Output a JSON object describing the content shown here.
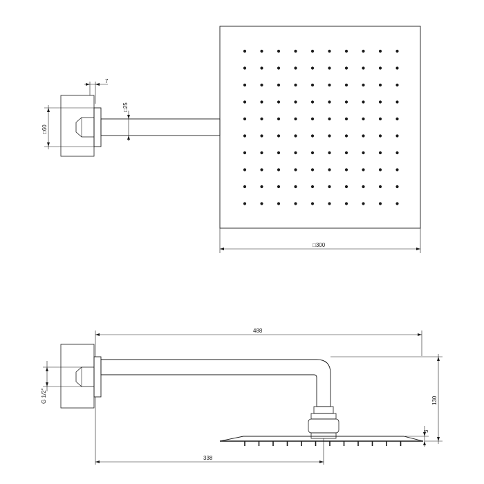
{
  "top_view": {
    "nozzle_rows": 10,
    "nozzle_cols": 10,
    "labels": {
      "arm_offset": "7",
      "arm_diameter": "□25",
      "flange": "□60",
      "head_width": "□300"
    }
  },
  "side_view": {
    "nozzle_count": 12,
    "labels": {
      "total_length": "488",
      "thread": "G 1/2\"",
      "drop_height": "130",
      "head_thickness": "3",
      "arm_projection": "338"
    }
  }
}
